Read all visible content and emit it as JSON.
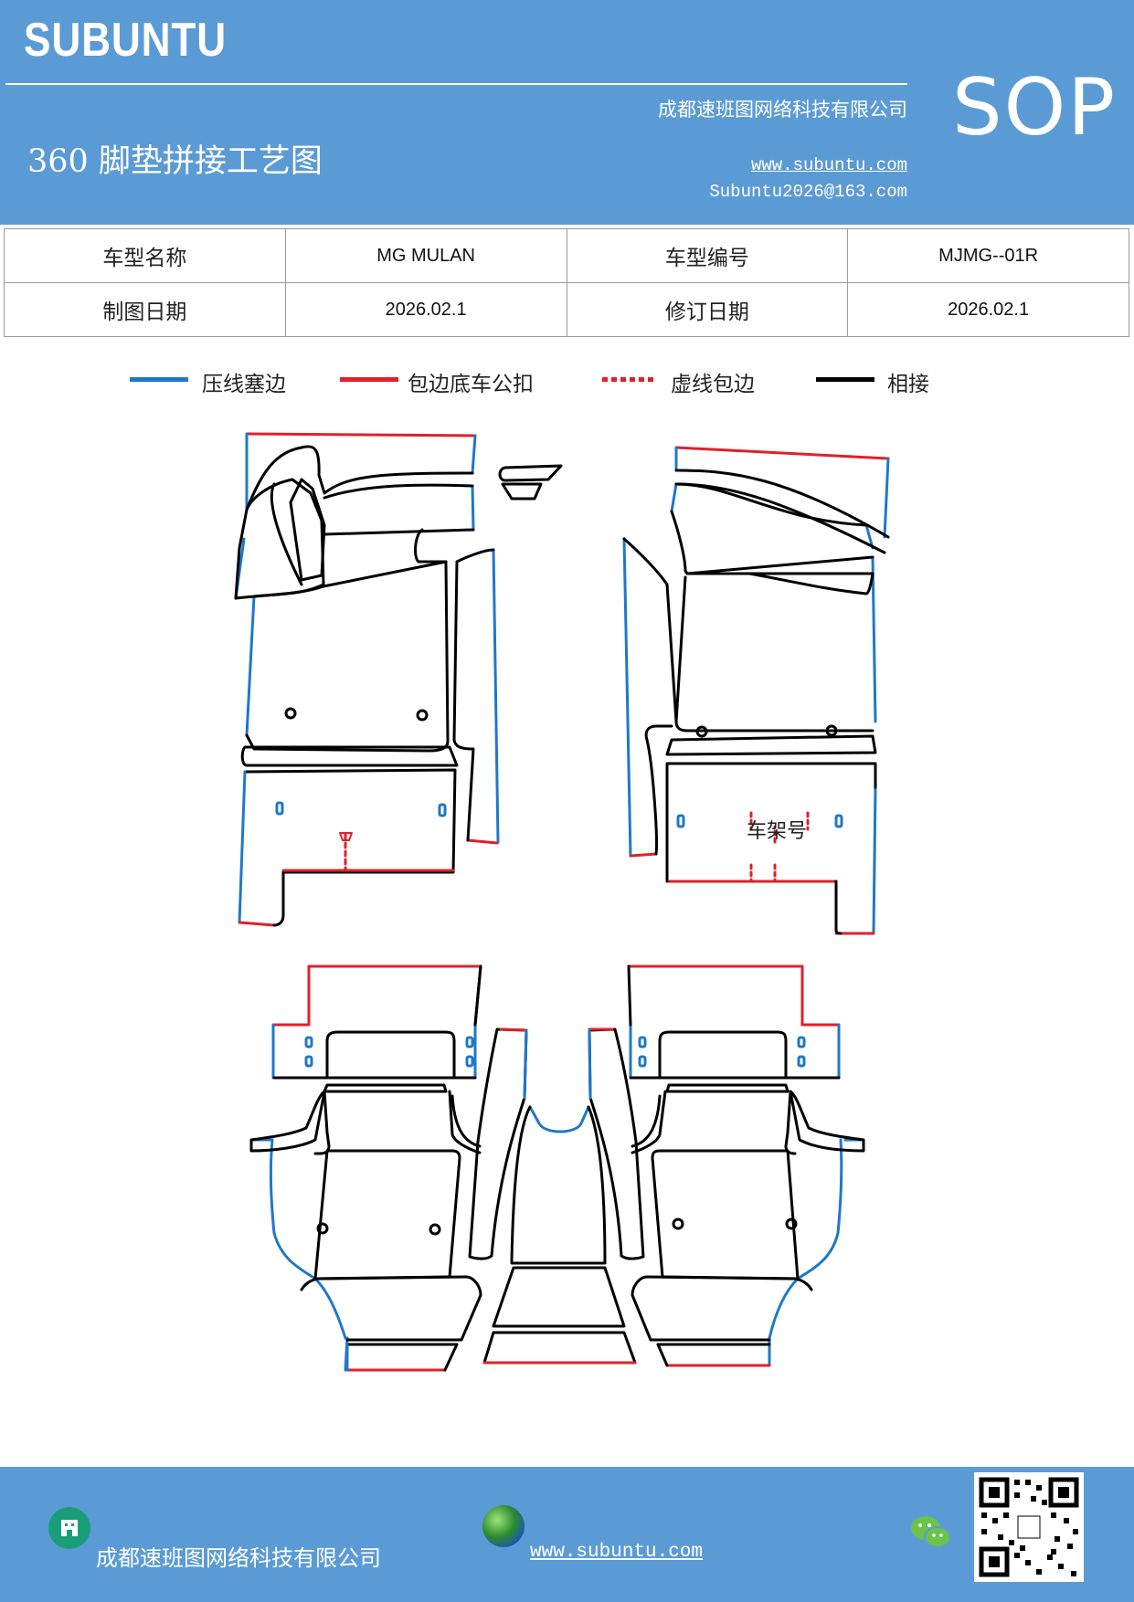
{
  "header": {
    "logo": "SUBUNTU",
    "company": "成都速班图网络科技有限公司",
    "title": "360 脚垫拼接工艺图",
    "website": "www.subuntu.com",
    "email": "Subuntu2026@163.com",
    "badge": "SOP"
  },
  "info_table": {
    "model_name_label": "车型名称",
    "model_name": "MG MULAN",
    "model_code_label": "车型编号",
    "model_code": "MJMG--01R",
    "draw_date_label": "制图日期",
    "draw_date": "2026.02.1",
    "revise_date_label": "修订日期",
    "revise_date": "2026.02.1"
  },
  "legend": [
    {
      "label": "压线塞边",
      "color": "#1f78c8",
      "style": "solid"
    },
    {
      "label": "包边底车公扣",
      "color": "#e0202a",
      "style": "solid"
    },
    {
      "label": "虚线包边",
      "color": "#e0202a",
      "style": "dotted"
    },
    {
      "label": "相接",
      "color": "#000000",
      "style": "solid"
    }
  ],
  "diagram": {
    "vin_label": "车架号"
  },
  "footer": {
    "company": "成都速班图网络科技有限公司",
    "website": "www.subuntu.com",
    "company_icon": "building-icon",
    "web_icon": "globe-icon",
    "wechat_icon": "wechat-icon",
    "qr_icon": "qr-code-icon"
  }
}
